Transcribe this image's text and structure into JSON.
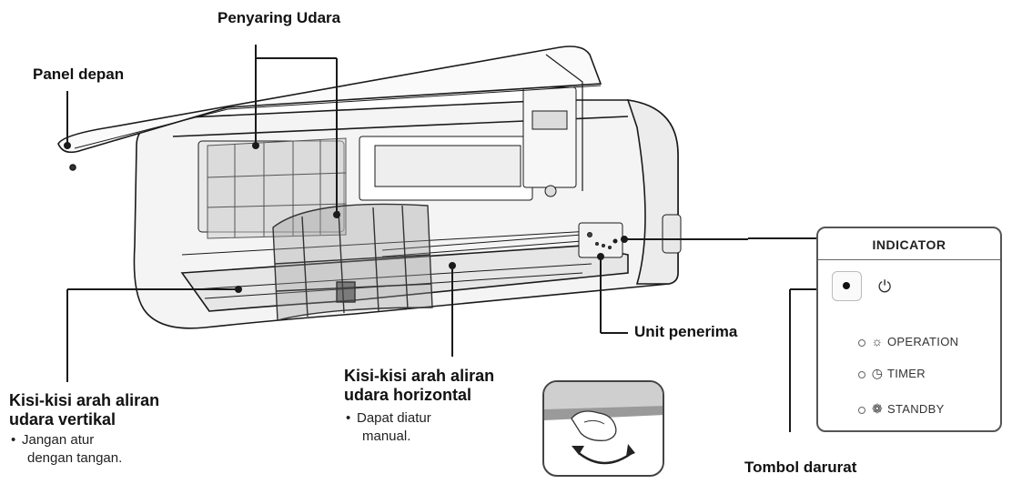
{
  "labels": {
    "filter": "Penyaring Udara",
    "front_panel": "Panel depan",
    "receiver": "Unit penerima",
    "emergency": "Tombol darurat"
  },
  "vertical_louver": {
    "title_line1": "Kisi-kisi arah aliran",
    "title_line2": "udara vertikal",
    "bullet": "•",
    "note_line1": "Jangan  atur",
    "note_line2": "dengan tangan."
  },
  "horizontal_louver": {
    "title_line1": "Kisi-kisi arah aliran",
    "title_line2": "udara horizontal",
    "bullet": "•",
    "note_line1": "Dapat  diatur",
    "note_line2": "manual."
  },
  "indicator": {
    "title": "INDICATOR",
    "power_symbol": "⏻",
    "rows": [
      {
        "symbol": "☼",
        "label": "OPERATION"
      },
      {
        "symbol": "◷",
        "label": "TIMER"
      },
      {
        "symbol": "❁",
        "label": "STANDBY"
      }
    ]
  },
  "colors": {
    "line": "#1a1a1a",
    "unit_body": "#f4f4f4",
    "filter_mesh": "#9a9a9a"
  }
}
